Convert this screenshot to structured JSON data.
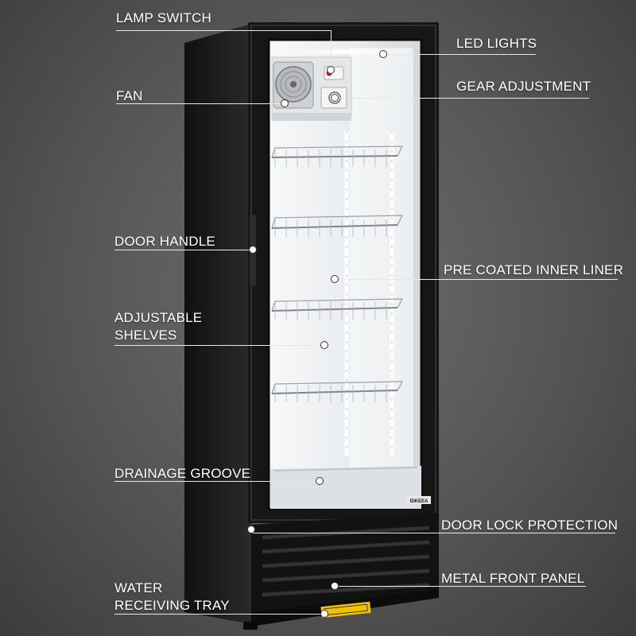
{
  "labels": {
    "lamp_switch": "LAMP SWITCH",
    "led_lights": "LED LIGHTS",
    "fan": "FAN",
    "gear_adjustment": "GEAR ADJUSTMENT",
    "door_handle": "DOOR HANDLE",
    "pre_coated_inner_liner": "PRE COATED INNER LINER",
    "adjustable_shelves_line1": "ADJUSTABLE",
    "adjustable_shelves_line2": "SHELVES",
    "drainage_groove": "DRAINAGE GROOVE",
    "door_lock_protection": "DOOR LOCK PROTECTION",
    "metal_front_panel": "METAL FRONT PANEL",
    "water_tray_line1": "WATER",
    "water_tray_line2": "RECEIVING TRAY"
  },
  "brand_badge": "IDKEEA",
  "colors": {
    "cabinet": "#1a1a1a",
    "interior": "#eef0f2",
    "leader_line": "#e8e8e8",
    "warning_sticker": "#f2c200"
  }
}
